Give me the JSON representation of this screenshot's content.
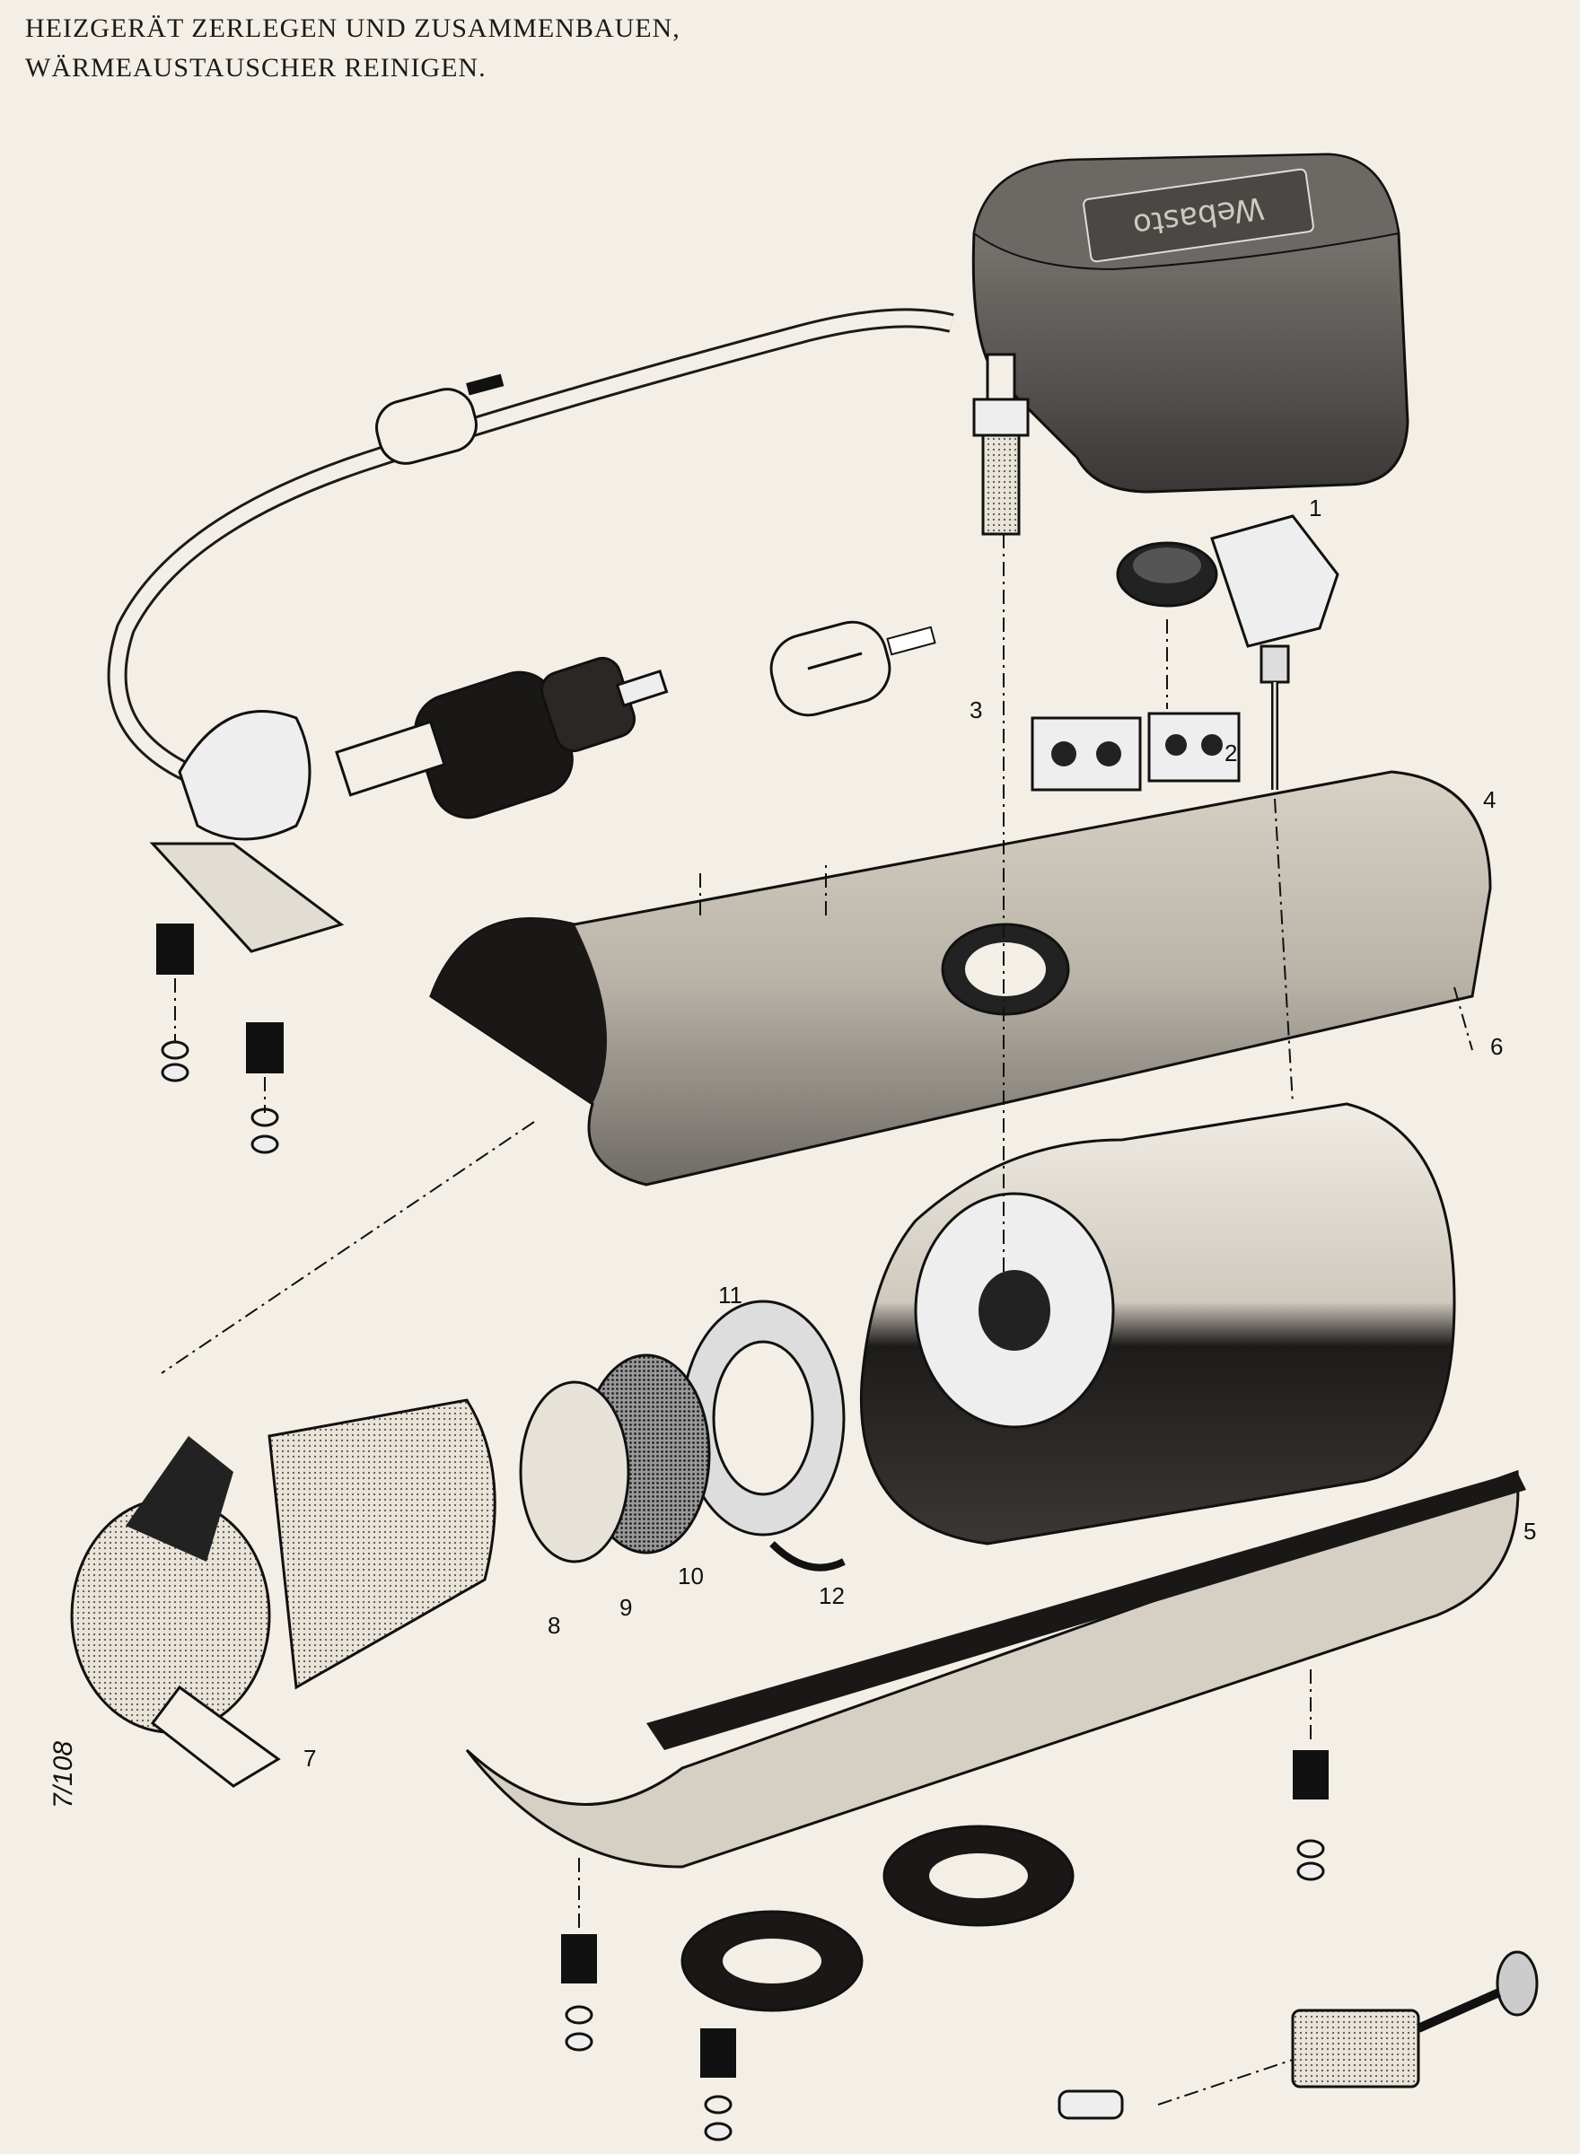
{
  "title": {
    "line1": "HEIZGERÄT ZERLEGEN UND ZUSAMMENBAUEN,",
    "line2": "WÄRMEAUSTAUSCHER REINIGEN."
  },
  "callouts": [
    "1",
    "2",
    "3",
    "4",
    "5",
    "6",
    "7",
    "8",
    "9",
    "10",
    "11",
    "12"
  ],
  "figure_number": "7/108",
  "cover_emboss": "Webasto",
  "colors": {
    "paper": "#f4efe6",
    "ink": "#1c1a18"
  }
}
